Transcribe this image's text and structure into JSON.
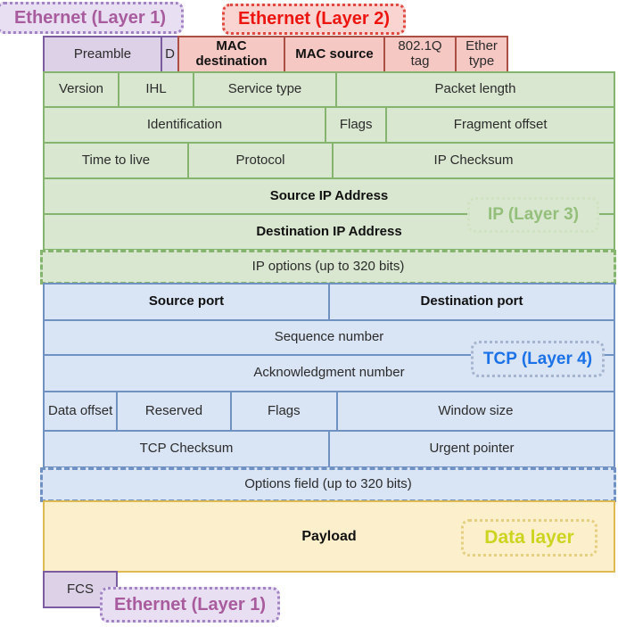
{
  "title": "Network packet encapsulation diagram (Ethernet / IP / TCP / Data layers)",
  "colors": {
    "purple_fill": "#ddd1e7",
    "purple_border": "#7b5ca1",
    "purple_label_fill": "#e9dff2",
    "purple_label_border": "#a183c6",
    "purple_label_text": "#a85c9d",
    "red_fill": "#f6c8c4",
    "red_border": "#ab4e44",
    "red_label_fill": "#f9d4d1",
    "red_label_border": "#e04840",
    "red_label_text": "#ed1510",
    "green_fill": "#d9e7d0",
    "green_border": "#85b46e",
    "green_label_text": "#93bf7a",
    "green_label_border": "#cfe3c2",
    "blue_fill": "#d9e4f4",
    "blue_border": "#6f92c3",
    "blue_label_text": "#1b71e8",
    "blue_label_border": "#a5b5cf",
    "yellow_fill": "#fcefcc",
    "yellow_border": "#dfb951",
    "yellow_label_text": "#ccd41f",
    "yellow_label_border": "#e5cf80",
    "cell_text": "#2b2b2b"
  },
  "labels": {
    "ethernet_layer1_top": "Ethernet (Layer 1)",
    "ethernet_layer2": "Ethernet (Layer 2)",
    "ip_layer3": "IP (Layer 3)",
    "tcp_layer4": "TCP (Layer 4)",
    "data_layer": "Data layer",
    "ethernet_layer1_bottom": "Ethernet (Layer 1)"
  },
  "ethernet": {
    "preamble": "Preamble",
    "sfd": "D",
    "mac_destination": "MAC destination",
    "mac_source": "MAC source",
    "dot1q_tag": "802.1Q tag",
    "ether_type": "Ether type",
    "fcs": "FCS"
  },
  "ip": {
    "version": "Version",
    "ihl": "IHL",
    "service_type": "Service type",
    "packet_length": "Packet length",
    "identification": "Identification",
    "flags": "Flags",
    "fragment_offset": "Fragment offset",
    "time_to_live": "Time to live",
    "protocol": "Protocol",
    "checksum": "IP Checksum",
    "source_address": "Source IP Address",
    "destination_address": "Destination IP Address",
    "options": "IP options (up to 320 bits)"
  },
  "tcp": {
    "source_port": "Source port",
    "destination_port": "Destination port",
    "sequence_number": "Sequence number",
    "acknowledgment_number": "Acknowledgment number",
    "data_offset": "Data offset",
    "reserved": "Reserved",
    "flags": "Flags",
    "window_size": "Window size",
    "checksum": "TCP Checksum",
    "urgent_pointer": "Urgent pointer",
    "options": "Options field (up to 320 bits)"
  },
  "payload": "Payload"
}
